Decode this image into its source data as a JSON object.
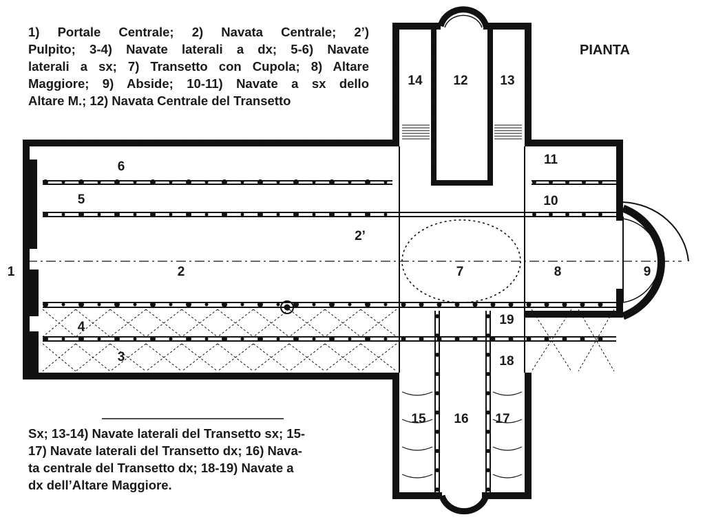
{
  "title": "PIANTA",
  "legend_top": [
    "1) Portale Centrale; 2) Navata Centrale; 2’)",
    "Pulpito; 3-4) Navate laterali a dx; 5-6) Navate",
    "laterali a sx; 7) Transetto con Cupola; 8) Altare",
    "Maggiore; 9) Abside; 10-11) Navate a sx dello",
    "Altare M.; 12) Navata Centrale del Transetto"
  ],
  "legend_bottom": [
    "Sx; 13-14) Navate laterali del Transetto sx; 15-",
    "17) Navate laterali del Transetto dx; 16) Nava-",
    "ta centrale del Transetto dx; 18-19) Navate a",
    "dx dell’Altare Maggiore."
  ],
  "labels": {
    "n1": "1",
    "n2": "2",
    "n2p": "2’",
    "n3": "3",
    "n4": "4",
    "n5": "5",
    "n6": "6",
    "n7": "7",
    "n8": "8",
    "n9": "9",
    "n10": "10",
    "n11": "11",
    "n12": "12",
    "n13": "13",
    "n14": "14",
    "n15": "15",
    "n16": "16",
    "n17": "17",
    "n18": "18",
    "n19": "19"
  }
}
